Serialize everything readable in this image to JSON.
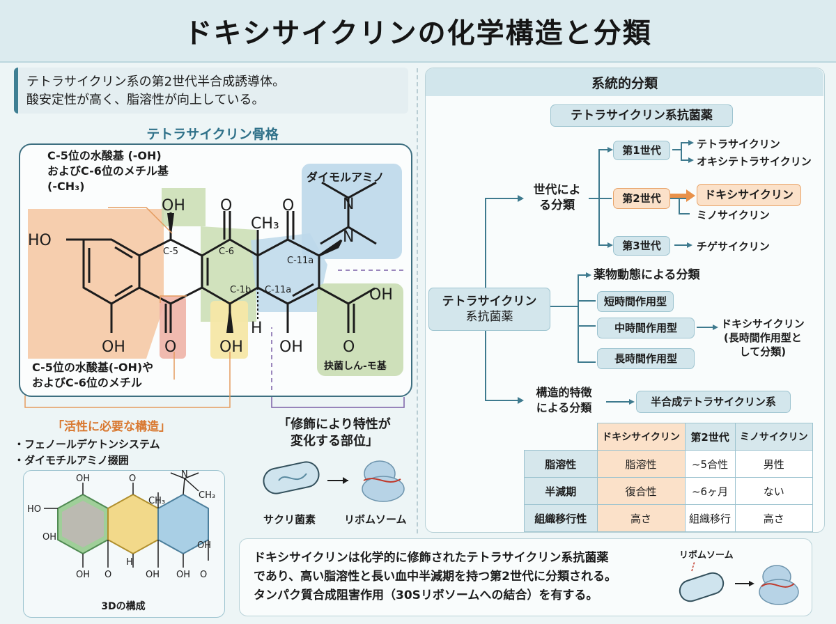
{
  "title": "ドキシサイクリンの化学構造と分類",
  "intro": {
    "line1": "テトラサイクリン系の第2世代半合成誘導体。",
    "line2": "酸安定性が高く、脂溶性が向上している。"
  },
  "structure": {
    "section_title": "テトラサイクリン骨格",
    "top_annotation": [
      "C-5位の水酸基 (-OH)",
      "およびC-6位のメチル基",
      "(-CH₃)"
    ],
    "dimethylamino_label": "ダイモルアミノ",
    "carboxyl_label": "抉菌しん-モ基",
    "bottom_annotation": [
      "C-5位の水酸基(-OH)や",
      "およびC-6位のメチル"
    ],
    "atoms": {
      "ho_left": "HO",
      "oh_top": "OH",
      "o_top1": "O",
      "ch3": "CH₃",
      "o_top2": "O",
      "n1": "N",
      "n2": "N",
      "oh_bl": "OH",
      "o_b1": "O",
      "oh_b2": "OH",
      "h": "H",
      "oh_b3": "OH",
      "o_b4": "O",
      "oh_r": "OH",
      "c5": "C-5",
      "c6": "C-6",
      "c1b": "C-1b",
      "c11a_1": "C-11a",
      "c11a_2": "C-11a"
    }
  },
  "active": {
    "title": "「活性に必要な構造」",
    "items": [
      "・フェノールデケトンシステム",
      "・ダイモチルアミノ掇囲"
    ]
  },
  "modification": {
    "title": [
      "「修飾により特性が",
      "変化する部位」"
    ],
    "bacteria_label": "サクリ菌素",
    "ribosome_label": "リボムソーム"
  },
  "model3d": {
    "caption": "3Dの構成",
    "atoms": [
      "OH",
      "HO",
      "OH",
      "O",
      "OH",
      "O",
      "CH₃",
      "N",
      "CH₃",
      "OH",
      "OH",
      "H",
      "OH",
      "O"
    ]
  },
  "classification": {
    "header": "系統的分類",
    "family": "テトラサイクリン系抗菌薬",
    "root": [
      "テトラサイクリン",
      "系抗菌薬"
    ],
    "by_generation": [
      "世代によ",
      "る分類"
    ],
    "gen1": "第1世代",
    "gen1_items": [
      "テトラサイクリン",
      "オキシテトラサイクリン"
    ],
    "gen2": "第2世代",
    "gen2_items": [
      "ドキシサイクリン",
      "ミノサイクリン"
    ],
    "gen3": "第3世代",
    "gen3_items": [
      "チゲサイクリン"
    ],
    "pk": "薬物動態による分類",
    "pk_short": "短時間作用型",
    "pk_mid": "中時間作用型",
    "pk_long": "長時間作用型",
    "pk_note": [
      "ドキシサイクリン",
      "(長時間作用型と",
      "して分類)"
    ],
    "struct": [
      "構造的特徴",
      "による分類"
    ],
    "struct_result": "半合成テトラサイクリン系"
  },
  "table": {
    "headers": [
      "ドキシサイクリン",
      "第2世代",
      "ミノサイクリン"
    ],
    "rows": [
      {
        "label": "脂溶性",
        "cells": [
          "脂溶性",
          "~5合性",
          "男性"
        ]
      },
      {
        "label": "半減期",
        "cells": [
          "復合性",
          "~6ヶ月",
          "ない"
        ]
      },
      {
        "label": "組織移行性",
        "cells": [
          "高さ",
          "組織移行",
          "高さ"
        ]
      }
    ]
  },
  "summary": {
    "lines": [
      "ドキシサイクリンは化学的に修飾されたテトラサイクリン系抗菌薬",
      "であり、高い脂溶性と長い血中半減期を持つ第2世代に分類される。",
      "タンパク質合成阻害作用（30Sリボソームへの結合）を有する。"
    ],
    "ribosome_label": "リボムソーム"
  },
  "colors": {
    "accent": "#2f7189",
    "orange": "#f4c5a0",
    "green": "#c9ddb2",
    "blue": "#bcd8ea",
    "red": "#eeb3a6",
    "yellow": "#f6e7a6"
  }
}
